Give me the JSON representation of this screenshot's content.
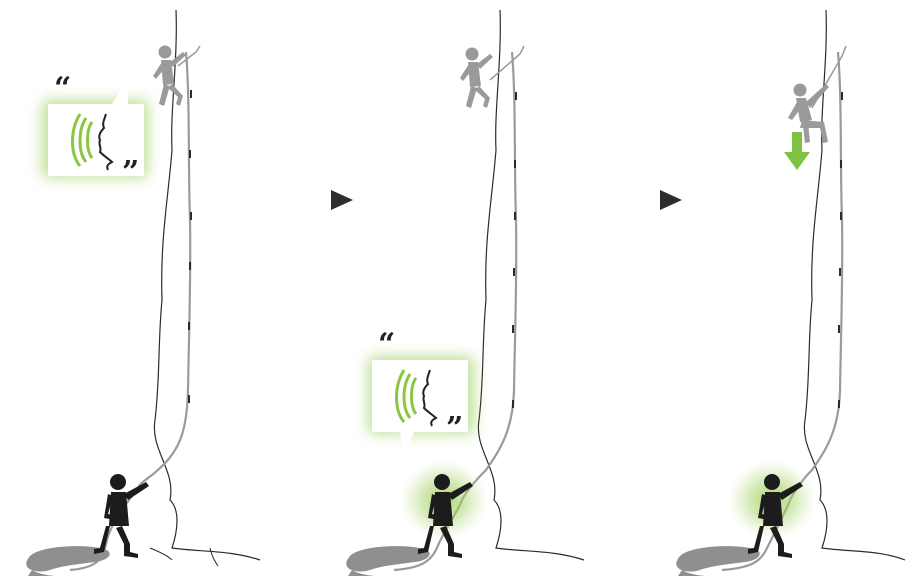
{
  "colors": {
    "rock_line": "#2b2b2b",
    "rope": "#8c8c8c",
    "climber": "#9a9a9a",
    "belayer": "#1c1c1c",
    "shadow": "#8f8f8f",
    "glow": "#8cc63f",
    "sound_waves": "#8cc63f",
    "lower_arrow": "#7dc242",
    "step_arrow": "#2d2d2d"
  },
  "icons": {
    "step_arrow": "play-triangle-icon",
    "speech": "speech-bubble-icon",
    "lower": "arrow-down-icon"
  },
  "panels": [
    {
      "id": "panel-1",
      "speaker": "climber",
      "belayer_highlight": false,
      "climber_lowering": false
    },
    {
      "id": "panel-2",
      "speaker": "belayer",
      "belayer_highlight": true,
      "climber_lowering": false
    },
    {
      "id": "panel-3",
      "speaker": null,
      "belayer_highlight": true,
      "climber_lowering": true
    }
  ]
}
